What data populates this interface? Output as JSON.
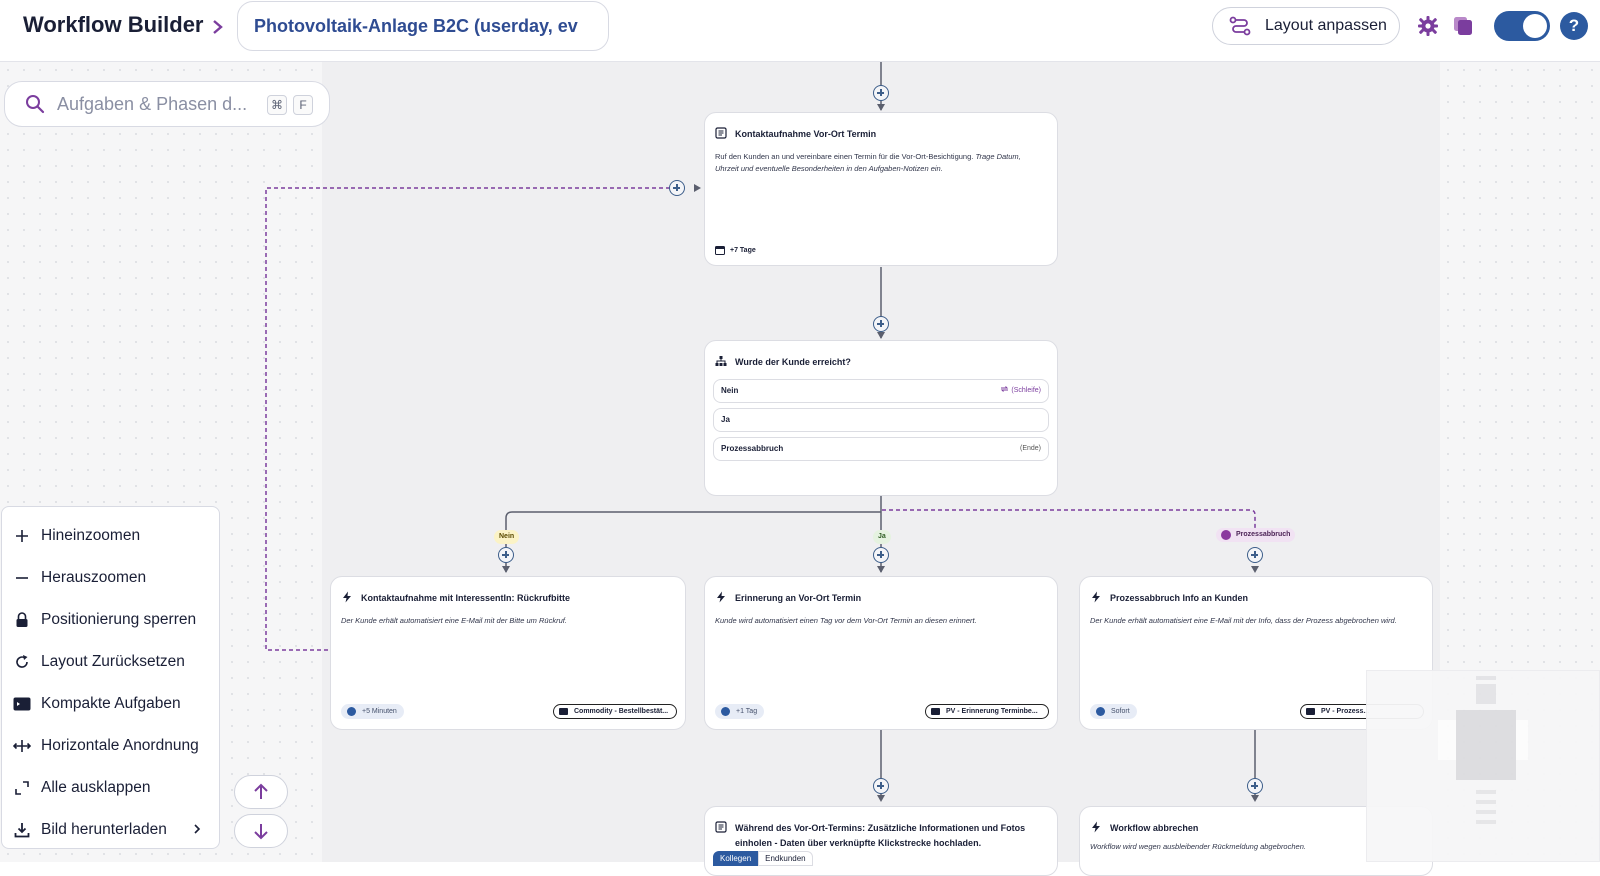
{
  "header": {
    "app_title": "Workflow Builder",
    "workflow_name": "Photovoltaik-Anlage B2C (userday, ev",
    "layout_button": "Layout anpassen",
    "help": "?"
  },
  "search": {
    "placeholder": "Aufgaben & Phasen d...",
    "kbd_cmd": "⌘",
    "kbd_key": "F"
  },
  "nodes": {
    "kontakt": {
      "title": "Kontaktaufnahme Vor-Ort Termin",
      "desc": "Ruf den Kunden an und vereinbare einen Termin für die Vor-Ort-Besichtigung.",
      "desc_italic": "Trage Datum, Uhrzeit und eventuelle Besonderheiten in den Aufgaben-Notizen ein.",
      "due": "+7 Tage"
    },
    "decision": {
      "title": "Wurde der Kunde erreicht?",
      "branches": [
        {
          "label": "Nein",
          "tag": "(Schleife)"
        },
        {
          "label": "Ja",
          "tag": ""
        },
        {
          "label": "Prozessabbruch",
          "tag": "(Ende)"
        }
      ]
    },
    "rueckruf": {
      "title": "Kontaktaufnahme mit InteressentIn: Rückrufbitte",
      "desc": "Der Kunde erhält automatisiert eine E-Mail mit der Bitte um Rückruf.",
      "time": "+5 Minuten",
      "template": "Commodity - Bestellbestät..."
    },
    "erinnerung": {
      "title": "Erinnerung an Vor-Ort Termin",
      "desc": "Kunde wird automatisiert einen Tag vor dem Vor-Ort Termin an diesen erinnert.",
      "time": "+1 Tag",
      "template": "PV - Erinnerung Terminbe..."
    },
    "abbruch_info": {
      "title": "Prozessabbruch Info an Kunden",
      "desc": "Der Kunde erhält automatisiert eine E-Mail mit der Info, dass der Prozess abgebrochen wird.",
      "time": "Sofort",
      "template": "PV - Prozess..."
    },
    "vorort": {
      "title": "Während des Vor-Ort-Termins: Zusätzliche Informationen und Fotos einholen - Daten über verknüpfte Klickstrecke hochladen.",
      "seg_on": "Kollegen",
      "seg_off": "Endkunden"
    },
    "abbrechen": {
      "title": "Workflow abbrechen",
      "desc": "Workflow wird wegen ausbleibender Rückmeldung abgebrochen."
    }
  },
  "edge_labels": {
    "nein": "Nein",
    "ja": "Ja",
    "abbruch": "Prozessabbruch"
  },
  "tools": [
    {
      "label": "Hineinzoomen",
      "icon": "plus-icon"
    },
    {
      "label": "Herauszoomen",
      "icon": "minus-icon"
    },
    {
      "label": "Positionierung sperren",
      "icon": "lock-icon"
    },
    {
      "label": "Layout Zurücksetzen",
      "icon": "reset-icon"
    },
    {
      "label": "Kompakte Aufgaben",
      "icon": "compact-icon"
    },
    {
      "label": "Horizontale Anordnung",
      "icon": "horizontal-arrange-icon"
    },
    {
      "label": "Alle ausklappen",
      "icon": "expand-all-icon"
    },
    {
      "label": "Bild herunterladen",
      "icon": "download-icon"
    }
  ],
  "colors": {
    "primary": "#2c5aa0",
    "accent": "#7b3d9e",
    "connector": "#5b5f6e"
  }
}
